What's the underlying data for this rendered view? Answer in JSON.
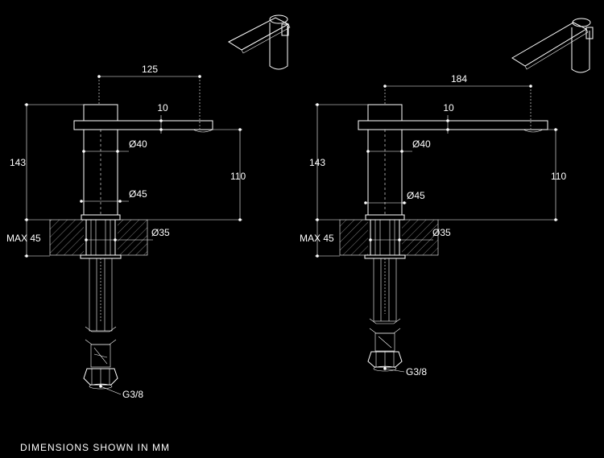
{
  "footer": "DIMENSIONS SHOWN IN MM",
  "views": [
    {
      "spout_length": "125",
      "spout_thickness": "10",
      "body_diameter": "Ø40",
      "base_diameter": "Ø45",
      "total_height": "143",
      "outlet_height": "110",
      "max_deck": "MAX 45",
      "shank_diameter": "Ø35",
      "connection": "G3/8"
    },
    {
      "spout_length": "184",
      "spout_thickness": "10",
      "body_diameter": "Ø40",
      "base_diameter": "Ø45",
      "total_height": "143",
      "outlet_height": "110",
      "max_deck": "MAX 45",
      "shank_diameter": "Ø35",
      "connection": "G3/8"
    }
  ]
}
